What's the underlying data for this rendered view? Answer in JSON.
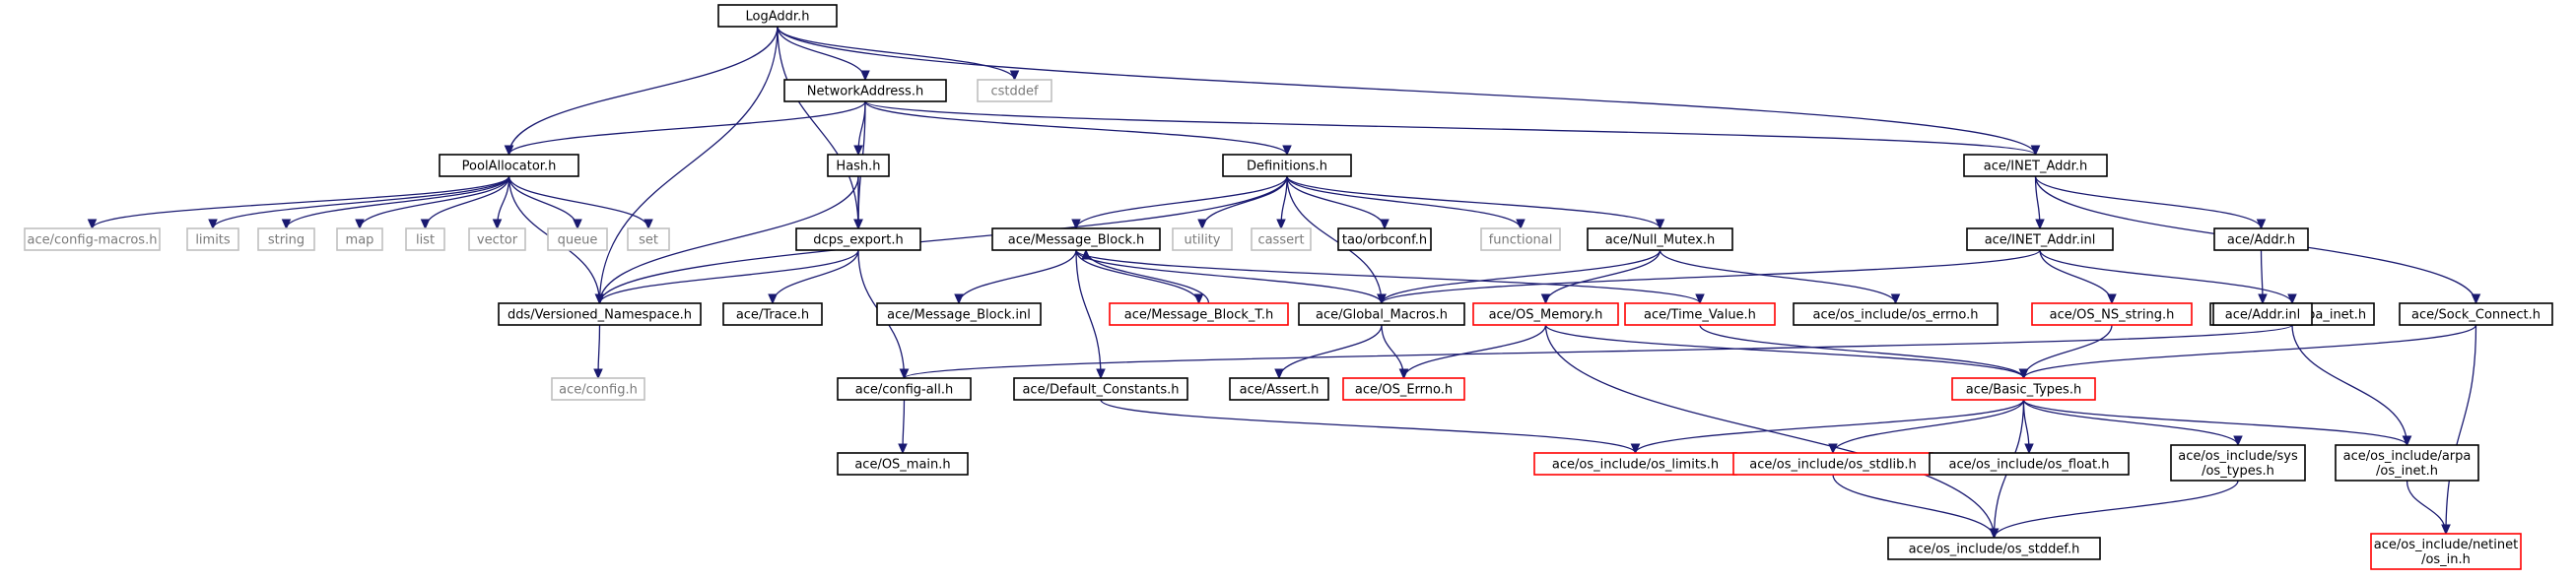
{
  "colors": {
    "edge": "#191970",
    "border_black": "#000000",
    "border_gray": "#bfbfbf",
    "border_red": "#ff0000",
    "root_fill": "#bfbfbf"
  },
  "graph": {
    "nodes": [
      {
        "id": "logaddr",
        "label": [
          "LogAddr.h"
        ],
        "style": "root"
      },
      {
        "id": "netaddr",
        "label": [
          "NetworkAddress.h"
        ],
        "style": "black"
      },
      {
        "id": "cstddef",
        "label": [
          "cstddef"
        ],
        "style": "gray"
      },
      {
        "id": "poolalloc",
        "label": [
          "PoolAllocator.h"
        ],
        "style": "black"
      },
      {
        "id": "hash",
        "label": [
          "Hash.h"
        ],
        "style": "black"
      },
      {
        "id": "definitions",
        "label": [
          "Definitions.h"
        ],
        "style": "black"
      },
      {
        "id": "inetaddr",
        "label": [
          "ace/INET_Addr.h"
        ],
        "style": "black"
      },
      {
        "id": "cfgmacros",
        "label": [
          "ace/config-macros.h"
        ],
        "style": "gray"
      },
      {
        "id": "limits",
        "label": [
          "limits"
        ],
        "style": "gray"
      },
      {
        "id": "string",
        "label": [
          "string"
        ],
        "style": "gray"
      },
      {
        "id": "map",
        "label": [
          "map"
        ],
        "style": "gray"
      },
      {
        "id": "list",
        "label": [
          "list"
        ],
        "style": "gray"
      },
      {
        "id": "vector",
        "label": [
          "vector"
        ],
        "style": "gray"
      },
      {
        "id": "queue",
        "label": [
          "queue"
        ],
        "style": "gray"
      },
      {
        "id": "set",
        "label": [
          "set"
        ],
        "style": "gray"
      },
      {
        "id": "dcpsexport",
        "label": [
          "dcps_export.h"
        ],
        "style": "black"
      },
      {
        "id": "msgblock",
        "label": [
          "ace/Message_Block.h"
        ],
        "style": "black"
      },
      {
        "id": "utility",
        "label": [
          "utility"
        ],
        "style": "gray"
      },
      {
        "id": "cassert",
        "label": [
          "cassert"
        ],
        "style": "gray"
      },
      {
        "id": "orbconf",
        "label": [
          "tao/orbconf.h"
        ],
        "style": "black"
      },
      {
        "id": "functional",
        "label": [
          "functional"
        ],
        "style": "gray"
      },
      {
        "id": "nullmutex",
        "label": [
          "ace/Null_Mutex.h"
        ],
        "style": "black"
      },
      {
        "id": "inetinl",
        "label": [
          "ace/INET_Addr.inl"
        ],
        "style": "black"
      },
      {
        "id": "addrh",
        "label": [
          "ace/Addr.h"
        ],
        "style": "black"
      },
      {
        "id": "versioned",
        "label": [
          "dds/Versioned_Namespace.h"
        ],
        "style": "black"
      },
      {
        "id": "trace",
        "label": [
          "ace/Trace.h"
        ],
        "style": "black"
      },
      {
        "id": "msgblockinl",
        "label": [
          "ace/Message_Block.inl"
        ],
        "style": "black"
      },
      {
        "id": "msgblockt",
        "label": [
          "ace/Message_Block_T.h"
        ],
        "style": "red"
      },
      {
        "id": "globalmacros",
        "label": [
          "ace/Global_Macros.h"
        ],
        "style": "black"
      },
      {
        "id": "osmemory",
        "label": [
          "ace/OS_Memory.h"
        ],
        "style": "red"
      },
      {
        "id": "timevalue",
        "label": [
          "ace/Time_Value.h"
        ],
        "style": "red"
      },
      {
        "id": "oserrnoinc",
        "label": [
          "ace/os_include/os_errno.h"
        ],
        "style": "black"
      },
      {
        "id": "osnsstring",
        "label": [
          "ace/OS_NS_string.h"
        ],
        "style": "red"
      },
      {
        "id": "osnsarpa",
        "label": [
          "ace/OS_NS_arpa_inet.h"
        ],
        "style": "black"
      },
      {
        "id": "addrinl",
        "label": [
          "ace/Addr.inl"
        ],
        "style": "black"
      },
      {
        "id": "sockconnect",
        "label": [
          "ace/Sock_Connect.h"
        ],
        "style": "black"
      },
      {
        "id": "config",
        "label": [
          "ace/config.h"
        ],
        "style": "gray"
      },
      {
        "id": "configall",
        "label": [
          "ace/config-all.h"
        ],
        "style": "black"
      },
      {
        "id": "defconst",
        "label": [
          "ace/Default_Constants.h"
        ],
        "style": "black"
      },
      {
        "id": "assert",
        "label": [
          "ace/Assert.h"
        ],
        "style": "black"
      },
      {
        "id": "oserrno",
        "label": [
          "ace/OS_Errno.h"
        ],
        "style": "red"
      },
      {
        "id": "basictypes",
        "label": [
          "ace/Basic_Types.h"
        ],
        "style": "red"
      },
      {
        "id": "osmain",
        "label": [
          "ace/OS_main.h"
        ],
        "style": "black"
      },
      {
        "id": "oslimits",
        "label": [
          "ace/os_include/os_limits.h"
        ],
        "style": "red"
      },
      {
        "id": "osstdlib",
        "label": [
          "ace/os_include/os_stdlib.h"
        ],
        "style": "red"
      },
      {
        "id": "osfloat",
        "label": [
          "ace/os_include/os_float.h"
        ],
        "style": "black"
      },
      {
        "id": "ostypes",
        "label": [
          "ace/os_include/sys",
          "/os_types.h"
        ],
        "style": "black"
      },
      {
        "id": "osinet",
        "label": [
          "ace/os_include/arpa",
          "/os_inet.h"
        ],
        "style": "black"
      },
      {
        "id": "osstddef",
        "label": [
          "ace/os_include/os_stddef.h"
        ],
        "style": "black"
      },
      {
        "id": "osin",
        "label": [
          "ace/os_include/netinet",
          "/os_in.h"
        ],
        "style": "red"
      }
    ],
    "edges": [
      [
        "logaddr",
        "netaddr"
      ],
      [
        "logaddr",
        "cstddef"
      ],
      [
        "logaddr",
        "poolalloc"
      ],
      [
        "logaddr",
        "dcpsexport"
      ],
      [
        "logaddr",
        "versioned"
      ],
      [
        "logaddr",
        "inetaddr"
      ],
      [
        "netaddr",
        "poolalloc"
      ],
      [
        "netaddr",
        "hash"
      ],
      [
        "netaddr",
        "dcpsexport"
      ],
      [
        "netaddr",
        "definitions"
      ],
      [
        "netaddr",
        "inetaddr"
      ],
      [
        "poolalloc",
        "cfgmacros"
      ],
      [
        "poolalloc",
        "limits"
      ],
      [
        "poolalloc",
        "string"
      ],
      [
        "poolalloc",
        "map"
      ],
      [
        "poolalloc",
        "list"
      ],
      [
        "poolalloc",
        "vector"
      ],
      [
        "poolalloc",
        "queue"
      ],
      [
        "poolalloc",
        "set"
      ],
      [
        "poolalloc",
        "versioned"
      ],
      [
        "hash",
        "dcpsexport"
      ],
      [
        "hash",
        "versioned"
      ],
      [
        "definitions",
        "msgblock"
      ],
      [
        "definitions",
        "utility"
      ],
      [
        "definitions",
        "cassert"
      ],
      [
        "definitions",
        "orbconf"
      ],
      [
        "definitions",
        "functional"
      ],
      [
        "definitions",
        "nullmutex"
      ],
      [
        "definitions",
        "globalmacros"
      ],
      [
        "definitions",
        "versioned"
      ],
      [
        "dcpsexport",
        "versioned"
      ],
      [
        "dcpsexport",
        "trace"
      ],
      [
        "dcpsexport",
        "configall"
      ],
      [
        "versioned",
        "config"
      ],
      [
        "msgblock",
        "msgblockinl"
      ],
      [
        "msgblock",
        "msgblockt"
      ],
      [
        "msgblockt",
        "msgblock"
      ],
      [
        "msgblock",
        "globalmacros"
      ],
      [
        "msgblock",
        "defconst"
      ],
      [
        "msgblock",
        "timevalue"
      ],
      [
        "nullmutex",
        "globalmacros"
      ],
      [
        "nullmutex",
        "osmemory"
      ],
      [
        "nullmutex",
        "oserrnoinc"
      ],
      [
        "inetaddr",
        "inetinl"
      ],
      [
        "inetaddr",
        "addrh"
      ],
      [
        "inetaddr",
        "sockconnect"
      ],
      [
        "inetinl",
        "globalmacros"
      ],
      [
        "inetinl",
        "osnsstring"
      ],
      [
        "inetinl",
        "osnsarpa"
      ],
      [
        "addrh",
        "addrinl"
      ],
      [
        "globalmacros",
        "assert"
      ],
      [
        "globalmacros",
        "oserrno"
      ],
      [
        "osmemory",
        "oserrno"
      ],
      [
        "osmemory",
        "basictypes"
      ],
      [
        "osmemory",
        "osstddef"
      ],
      [
        "timevalue",
        "basictypes"
      ],
      [
        "osnsstring",
        "basictypes"
      ],
      [
        "osnsarpa",
        "configall"
      ],
      [
        "osnsarpa",
        "osinet"
      ],
      [
        "sockconnect",
        "basictypes"
      ],
      [
        "sockconnect",
        "osin"
      ],
      [
        "configall",
        "osmain"
      ],
      [
        "defconst",
        "oslimits"
      ],
      [
        "basictypes",
        "oslimits"
      ],
      [
        "basictypes",
        "osstdlib"
      ],
      [
        "basictypes",
        "osfloat"
      ],
      [
        "basictypes",
        "ostypes"
      ],
      [
        "basictypes",
        "osinet"
      ],
      [
        "basictypes",
        "osstddef"
      ],
      [
        "osstdlib",
        "osstddef"
      ],
      [
        "ostypes",
        "osstddef"
      ],
      [
        "osinet",
        "osin"
      ]
    ]
  }
}
